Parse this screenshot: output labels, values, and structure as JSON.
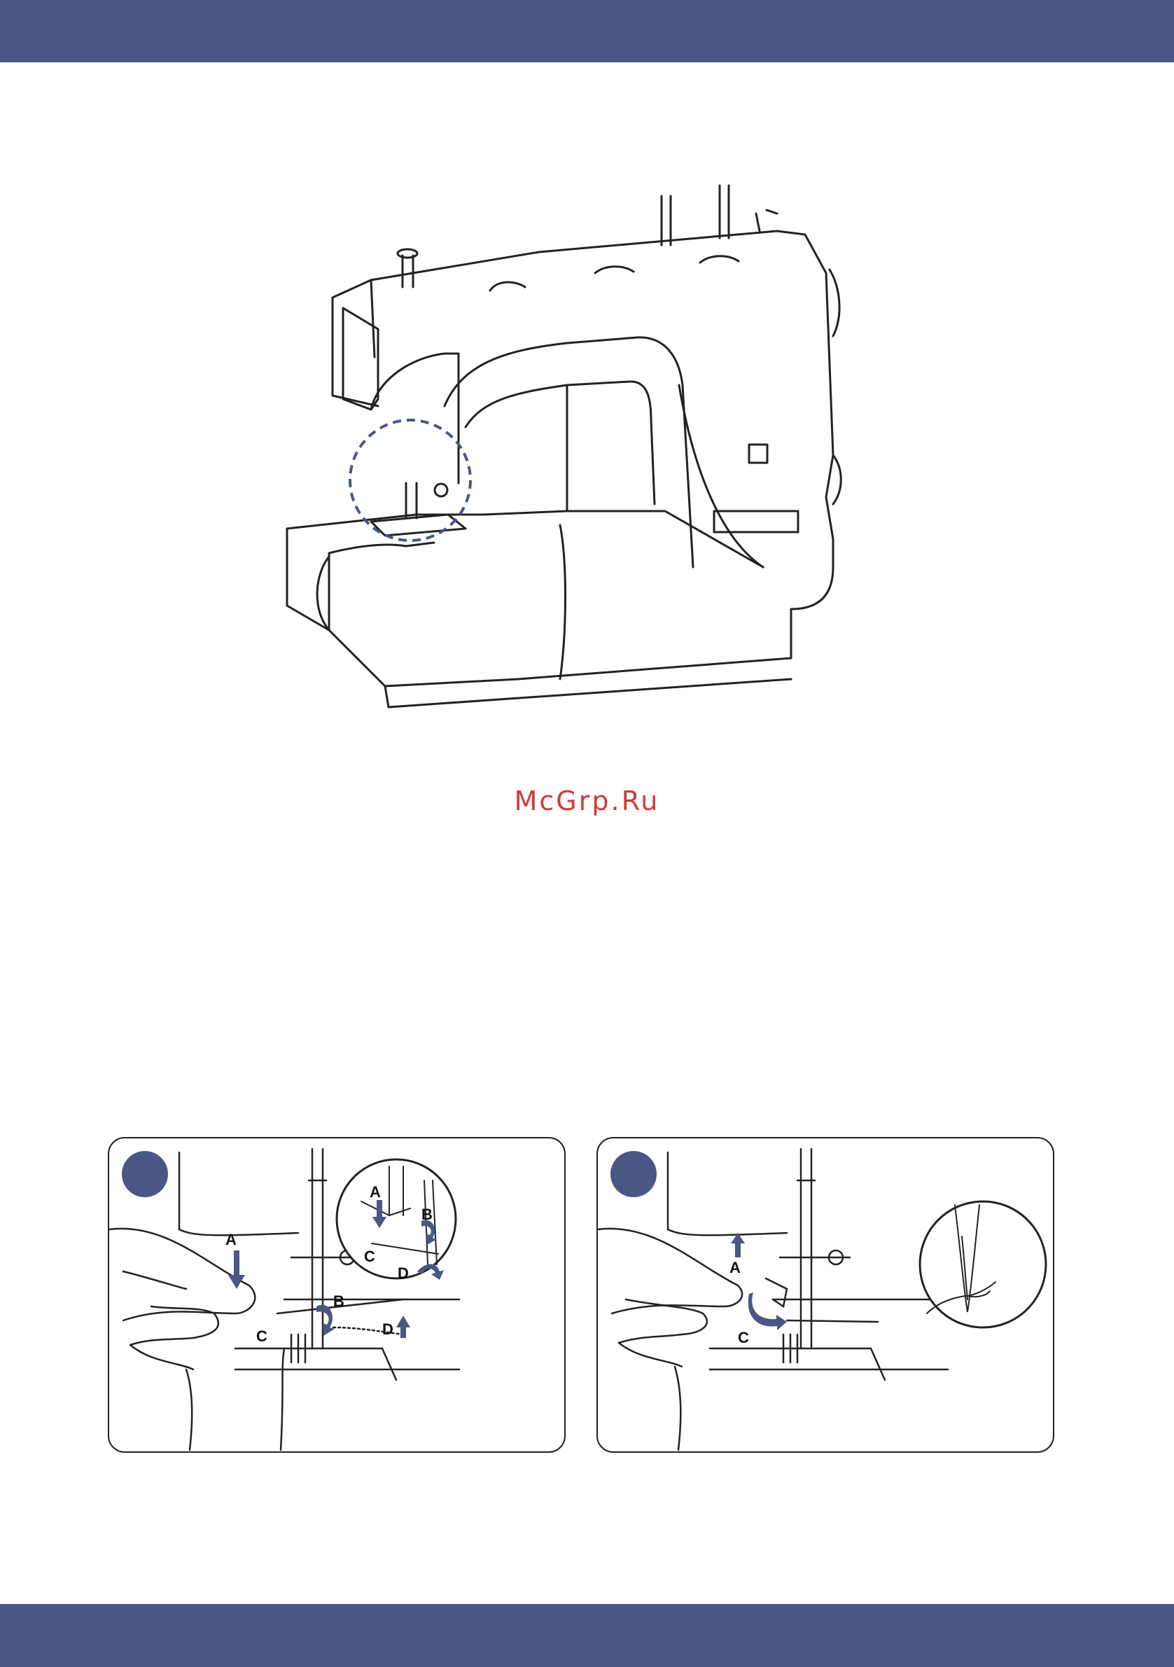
{
  "colors": {
    "band": "#4a5784",
    "accent": "#4a5784",
    "watermark": "#d03a3a",
    "line": "#222222"
  },
  "watermark": "McGrp.Ru",
  "figures": {
    "machine": {
      "icon": "sewing-machine-illustration",
      "highlight": "dashed-circle-needle-area"
    },
    "step1": {
      "icon": "needle-threading-step-illustration",
      "labels": {
        "a": "A",
        "b": "B",
        "c": "C",
        "d": "D"
      },
      "inset_labels": {
        "a": "A",
        "b": "B",
        "c": "C",
        "d": "D"
      }
    },
    "step2": {
      "icon": "needle-threader-release-illustration",
      "labels": {
        "a": "A",
        "c": "C"
      }
    }
  }
}
